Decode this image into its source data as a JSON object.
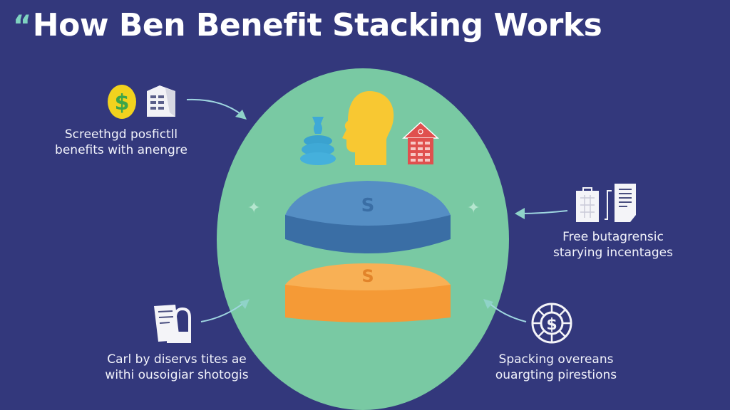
{
  "title": {
    "quote_mark": "“",
    "text": "How Ben Benefit Stacking Works"
  },
  "colors": {
    "background": "#33387c",
    "circle": "#79c9a3",
    "top_disc": "#3f74ab",
    "bottom_disc": "#f59a36",
    "head": "#f8c832",
    "house": "#e0504e",
    "stack": "#3fa9d6",
    "arrows": "#8fd3d0"
  },
  "center": {
    "top_disc_symbol": "S",
    "bottom_disc_symbol": "S",
    "icons": [
      "stack-icon",
      "head-profile-icon",
      "house-icon"
    ]
  },
  "callouts": {
    "top_left": {
      "icons": [
        "dollar-coin-icon",
        "building-icon"
      ],
      "line1": "Screethgd posfictll",
      "line2": "benefits with anengre"
    },
    "right": {
      "icons": [
        "clipboard-icon",
        "document-icon"
      ],
      "line1": "Free butagrensic",
      "line2": "starying incentages"
    },
    "bottom_left": {
      "icons": [
        "document-lock-icon"
      ],
      "line1": "Carl by diservs tites ae",
      "line2": "withi ousoigiar shotogis"
    },
    "bottom_right": {
      "icons": [
        "dollar-wheel-icon"
      ],
      "line1": "Spacking overeans",
      "line2": "ouargting pirestions"
    }
  }
}
